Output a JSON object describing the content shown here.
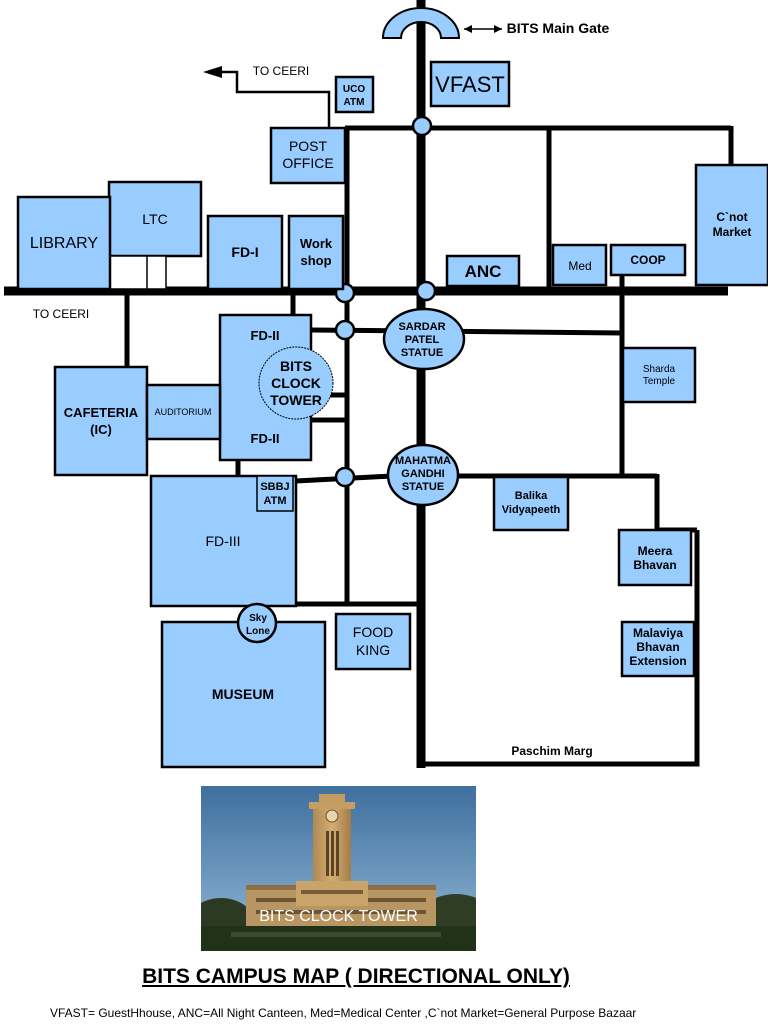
{
  "map": {
    "main_gate": "BITS Main Gate",
    "to_ceeri_top": "TO  CEERI",
    "to_ceeri_left": "TO  CEERI",
    "road_name": "Paschim Marg",
    "buildings": {
      "uco_atm": [
        "UCO",
        "ATM"
      ],
      "vfast": "VFAST",
      "post_office": [
        "POST",
        "OFFICE"
      ],
      "ltc": "LTC",
      "library": "LIBRARY",
      "fd1": "FD-I",
      "workshop": [
        "Work",
        "shop"
      ],
      "anc": "ANC",
      "med": "Med",
      "coop": "COOP",
      "cnot_market": [
        "C`not",
        "Market"
      ],
      "fd2_top": "FD-II",
      "fd2_bottom": "FD-II",
      "clock_tower": [
        "BITS",
        "CLOCK",
        "TOWER"
      ],
      "cafeteria": [
        "CAFETERIA",
        "(IC)"
      ],
      "auditorium": "AUDITORIUM",
      "sardar_patel": [
        "SARDAR",
        "PATEL",
        "STATUE"
      ],
      "sharda_temple": [
        "Sharda",
        "Temple"
      ],
      "mahatma_gandhi": [
        "MAHATMA",
        "GANDHI",
        "STATUE"
      ],
      "sbbj_atm": [
        "SBBJ",
        "ATM"
      ],
      "fd3": "FD-III",
      "balika": [
        "Balika",
        "Vidyapeeth"
      ],
      "meera": [
        "Meera",
        "Bhavan"
      ],
      "sky_lone": [
        "Sky",
        "Lone"
      ],
      "food_king": [
        "FOOD",
        "KING"
      ],
      "malaviya": [
        "Malaviya",
        "Bhavan",
        "Extension"
      ],
      "museum": "MUSEUM"
    }
  },
  "photo": {
    "caption": "BITS CLOCK TOWER"
  },
  "title": "BITS CAMPUS MAP ( DIRECTIONAL ONLY)",
  "legend": "VFAST= GuestHhouse, ANC=All Night Canteen, Med=Medical Center ,C`not Market=General Purpose Bazaar",
  "colors": {
    "building": "#99ccff",
    "road": "#000000",
    "junction": "#99ccff"
  }
}
